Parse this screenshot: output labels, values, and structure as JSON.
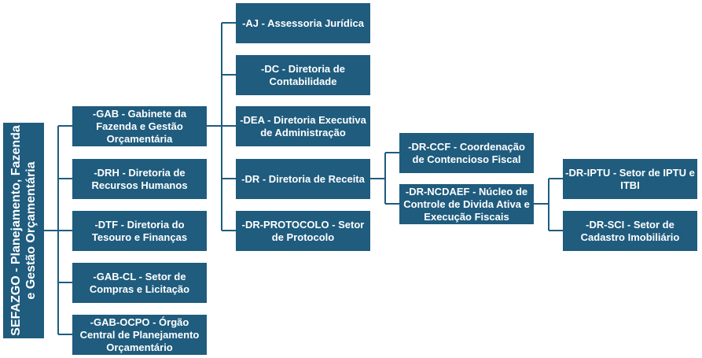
{
  "root": {
    "label": "SEFAZGO - Planejamento, Fazenda e Gestão Orçamentária"
  },
  "level1": [
    {
      "label": "-GAB - Gabinete da Fazenda e Gestão Orçamentária"
    },
    {
      "label": "-DRH - Diretoria de Recursos Humanos"
    },
    {
      "label": "-DTF - Diretoria do Tesouro e Finanças"
    },
    {
      "label": "-GAB-CL - Setor de Compras e Licitação"
    },
    {
      "label": "-GAB-OCPO - Órgão Central de Planejamento Orçamentário"
    }
  ],
  "level2": [
    {
      "label": "-AJ - Assessoria Jurídica"
    },
    {
      "label": "-DC - Diretoria de Contabilidade"
    },
    {
      "label": "-DEA - Diretoria Executiva de Administração"
    },
    {
      "label": "-DR - Diretoria de Receita"
    },
    {
      "label": "-DR-PROTOCOLO - Setor de Protocolo"
    }
  ],
  "level3": [
    {
      "label": "-DR-CCF - Coordenação de Contencioso Fiscal"
    },
    {
      "label": "-DR-NCDAEF - Núcleo de Controle de Divida Ativa e Execução Fiscais"
    }
  ],
  "level4": [
    {
      "label": "-DR-IPTU - Setor de IPTU e ITBI"
    },
    {
      "label": "-DR-SCI - Setor de Cadastro Imobiliário"
    }
  ],
  "colors": {
    "box": "#1f5c7e",
    "line": "#1f5c7e",
    "text": "#ffffff"
  }
}
